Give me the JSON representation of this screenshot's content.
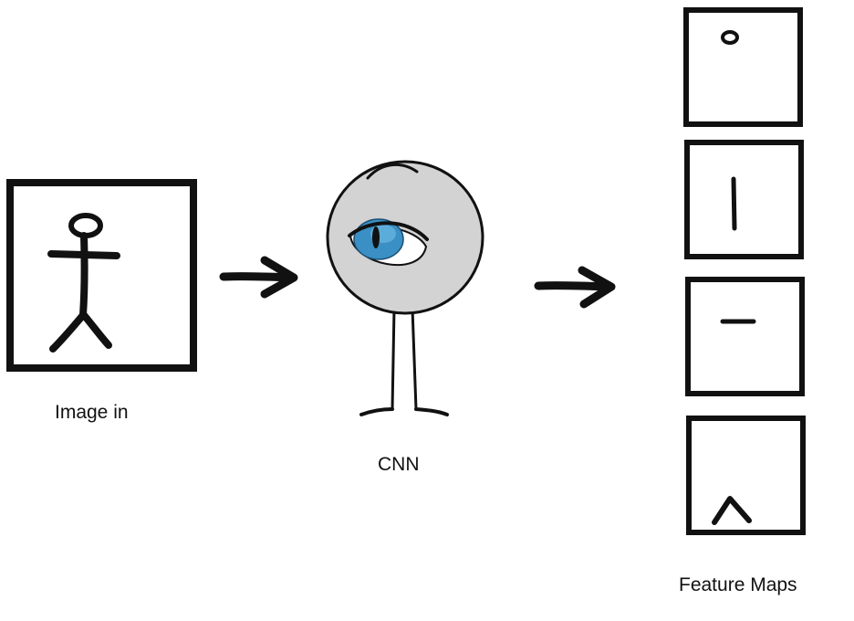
{
  "labels": {
    "image_in": "Image in",
    "cnn": "CNN",
    "feature_maps": "Feature Maps"
  },
  "colors": {
    "ink": "#111111",
    "robot_body": "#d3d3d3",
    "iris": "#3a8fc4",
    "iris_light": "#6bb8e3"
  },
  "feature_maps": [
    {
      "feature": "circle"
    },
    {
      "feature": "vertical-line"
    },
    {
      "feature": "horizontal-line"
    },
    {
      "feature": "angle"
    }
  ]
}
